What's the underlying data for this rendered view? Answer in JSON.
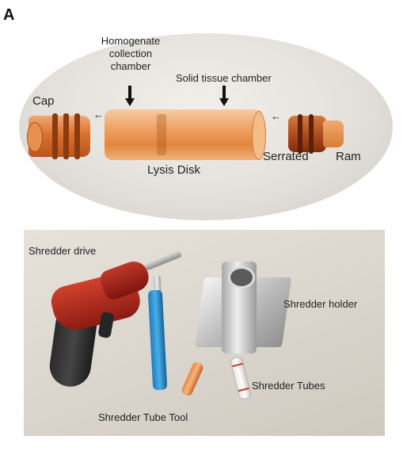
{
  "panel_letter": "A",
  "top_panel": {
    "labels": {
      "cap": "Cap",
      "homogenate": [
        "Homogenate",
        "collection",
        "chamber"
      ],
      "solid_tissue": "Solid tissue chamber",
      "lysis_disk": "Lysis Disk",
      "serrated": "Serrated",
      "ram": "Ram"
    },
    "arrow_glyph": "←"
  },
  "bottom_panel": {
    "labels": {
      "shredder_drive": "Shredder drive",
      "shredder_holder": "Shredder holder",
      "shredder_tubes": "Shredder Tubes",
      "shredder_tube_tool": "Shredder Tube Tool"
    }
  }
}
